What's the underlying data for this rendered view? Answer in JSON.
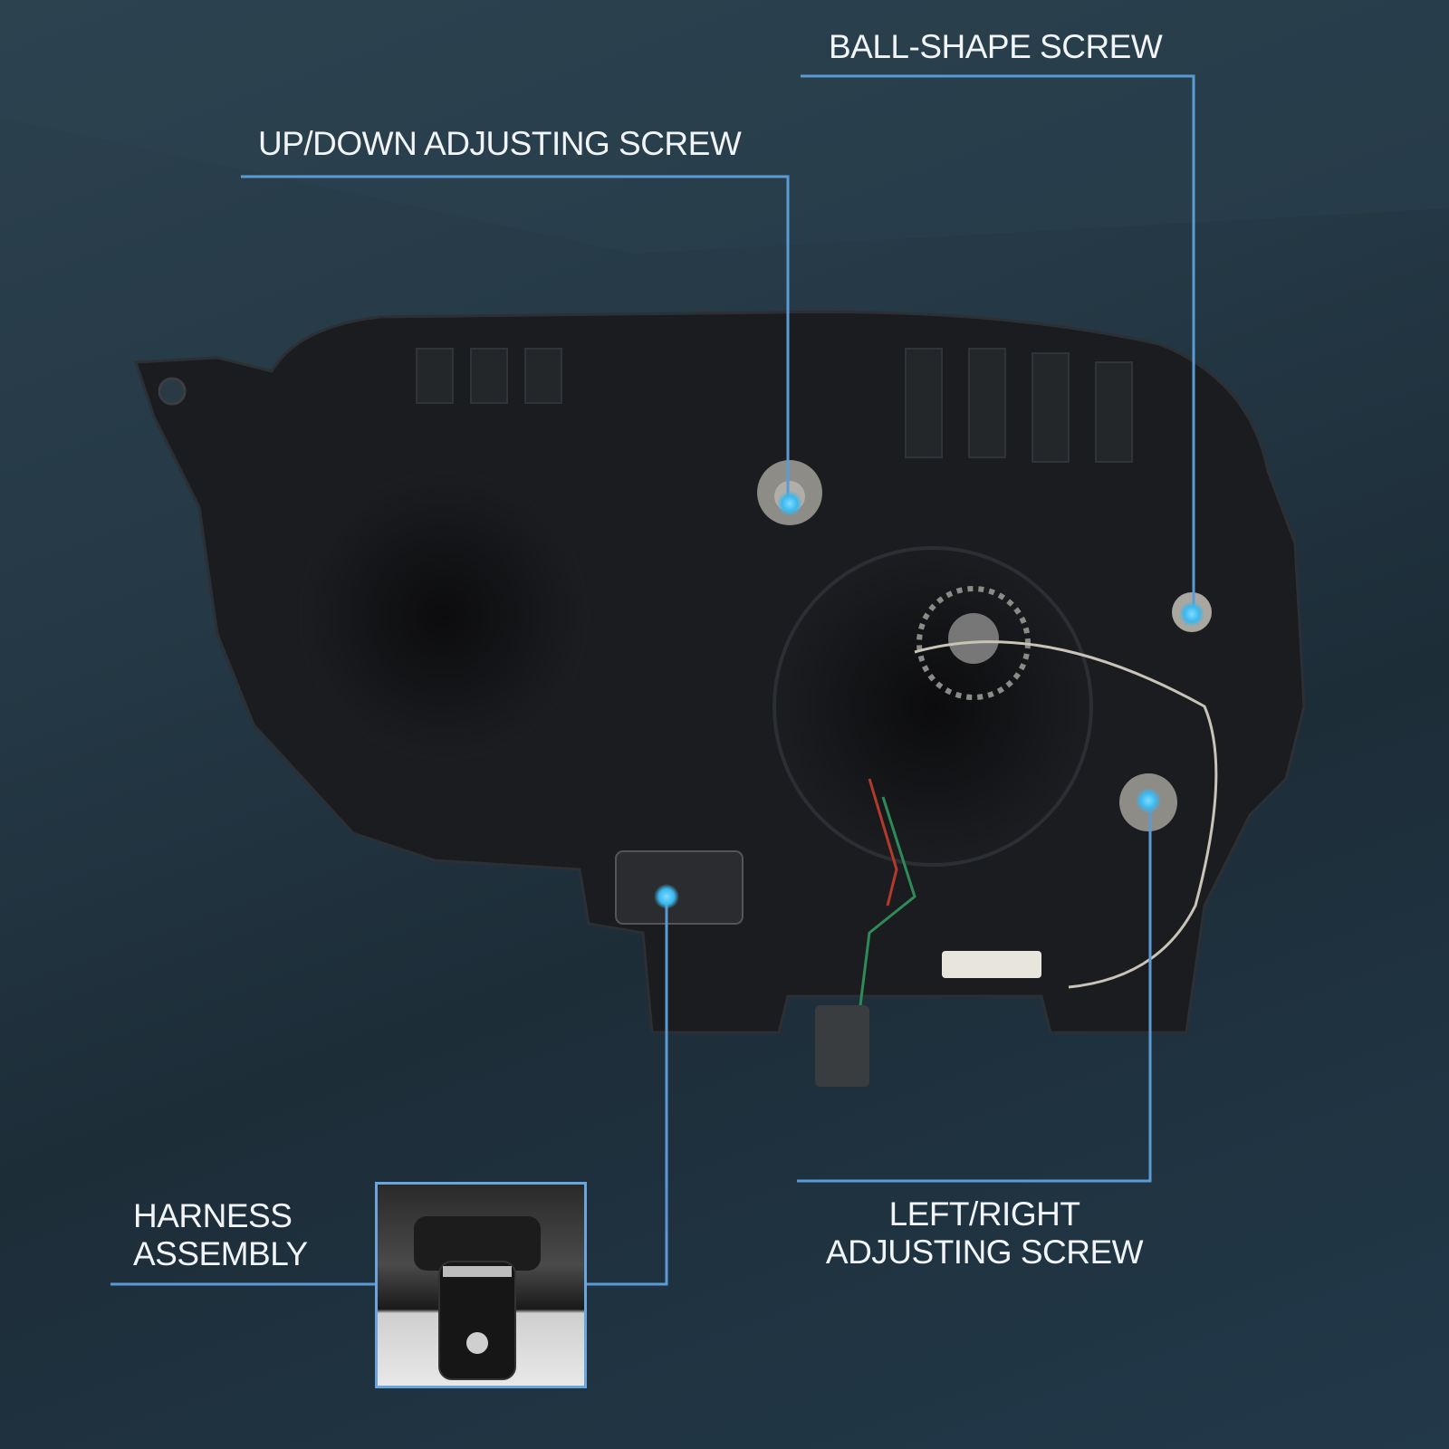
{
  "callouts": {
    "ball_shape_screw": "BALL-SHAPE SCREW",
    "up_down_screw": "UP/DOWN ADJUSTING SCREW",
    "harness_line1": "HARNESS",
    "harness_line2": "ASSEMBLY",
    "left_right_line1": "LEFT/RIGHT",
    "left_right_line2": "ADJUSTING SCREW"
  },
  "colors": {
    "line": "#5b9bd5",
    "dot": "#4fc3f7"
  }
}
